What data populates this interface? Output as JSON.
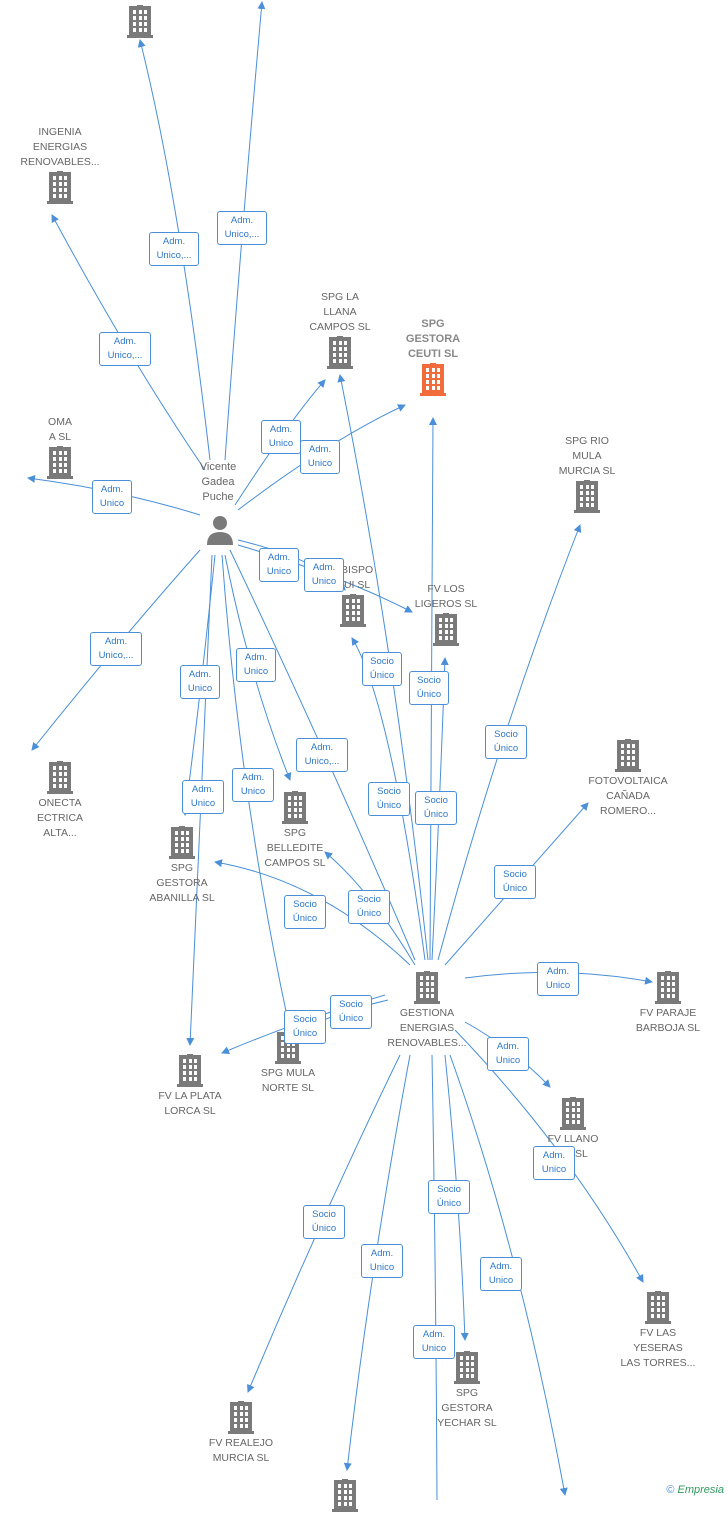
{
  "colors": {
    "edge": "#4a8fd8",
    "building": "#7a7a7a",
    "focus": "#f26b3a"
  },
  "person": {
    "name": "Vicente\nGadea\nPuche",
    "icon": "person-icon"
  },
  "nodes": [
    {
      "id": "top-left",
      "label": ""
    },
    {
      "id": "ingenia",
      "label": "INGENIA\nENERGIAS\nRENOVABLES..."
    },
    {
      "id": "oma",
      "label": "OMA\nA SL"
    },
    {
      "id": "conecta",
      "label": "ONECTA\nECTRICA\nALTA..."
    },
    {
      "id": "spg-llana",
      "label": "SPG LA\nLLANA\nCAMPOS SL"
    },
    {
      "id": "spg-ceuti",
      "label": "SPG\nGESTORA\nCEUTI SL"
    },
    {
      "id": "spg-rio-mula",
      "label": "SPG RIO\nMULA\nMURCIA SL"
    },
    {
      "id": "obispo",
      "label": "OBISPO\nQUI SL"
    },
    {
      "id": "fv-ligeros",
      "label": "FV LOS\nLIGEROS SL"
    },
    {
      "id": "fotovoltaica",
      "label": "FOTOVOLTAICA\nCAÑADA\nROMERO..."
    },
    {
      "id": "spg-belledite",
      "label": "SPG\nBELLEDITE\nCAMPOS SL"
    },
    {
      "id": "spg-abanilla",
      "label": "SPG\nGESTORA\nABANILLA SL"
    },
    {
      "id": "gestiona",
      "label": "GESTIONA\nENERGIAS\nRENOVABLES..."
    },
    {
      "id": "fv-barboja",
      "label": "FV PARAJE\nBARBOJA SL"
    },
    {
      "id": "fv-plata",
      "label": "FV LA PLATA\nLORCA SL"
    },
    {
      "id": "spg-mula-norte",
      "label": "SPG MULA\nNORTE SL"
    },
    {
      "id": "fv-llano",
      "label": "FV LLANO\nLO SL"
    },
    {
      "id": "fv-yeseras",
      "label": "FV LAS\nYESERAS\nLAS TORRES..."
    },
    {
      "id": "spg-yechar",
      "label": "SPG\nGESTORA\nYECHAR SL"
    },
    {
      "id": "fv-realejo",
      "label": "FV REALEJO\nMURCIA SL"
    },
    {
      "id": "bottom-mid",
      "label": ""
    }
  ],
  "badges": [
    "Adm.\nUnico,...",
    "Adm.\nUnico,...",
    "Adm.\nUnico,...",
    "Adm.\nUnico",
    "Adm.\nUnico",
    "Adm.\nUnico",
    "Adm.\nUnico",
    "Adm.\nUnico",
    "Adm.\nUnico,...",
    "Adm.\nUnico",
    "Adm.\nUnico",
    "Adm.\nUnico",
    "Adm.\nUnico",
    "Adm.\nUnico,...",
    "Socio\nÚnico",
    "Socio\nÚnico",
    "Socio\nÚnico",
    "Socio\nÚnico",
    "Socio\nÚnico",
    "Socio\nÚnico",
    "Socio\nÚnico",
    "Socio\nÚnico",
    "Socio\nÚnico",
    "Socio\nÚnico",
    "Adm.\nUnico",
    "Adm.\nUnico",
    "Adm.\nUnico",
    "Socio\nÚnico",
    "Adm.\nUnico",
    "Socio\nÚnico",
    "Adm.\nUnico",
    "Adm.\nUnico"
  ],
  "brand": {
    "copyright": "©",
    "name": "Empresia"
  }
}
